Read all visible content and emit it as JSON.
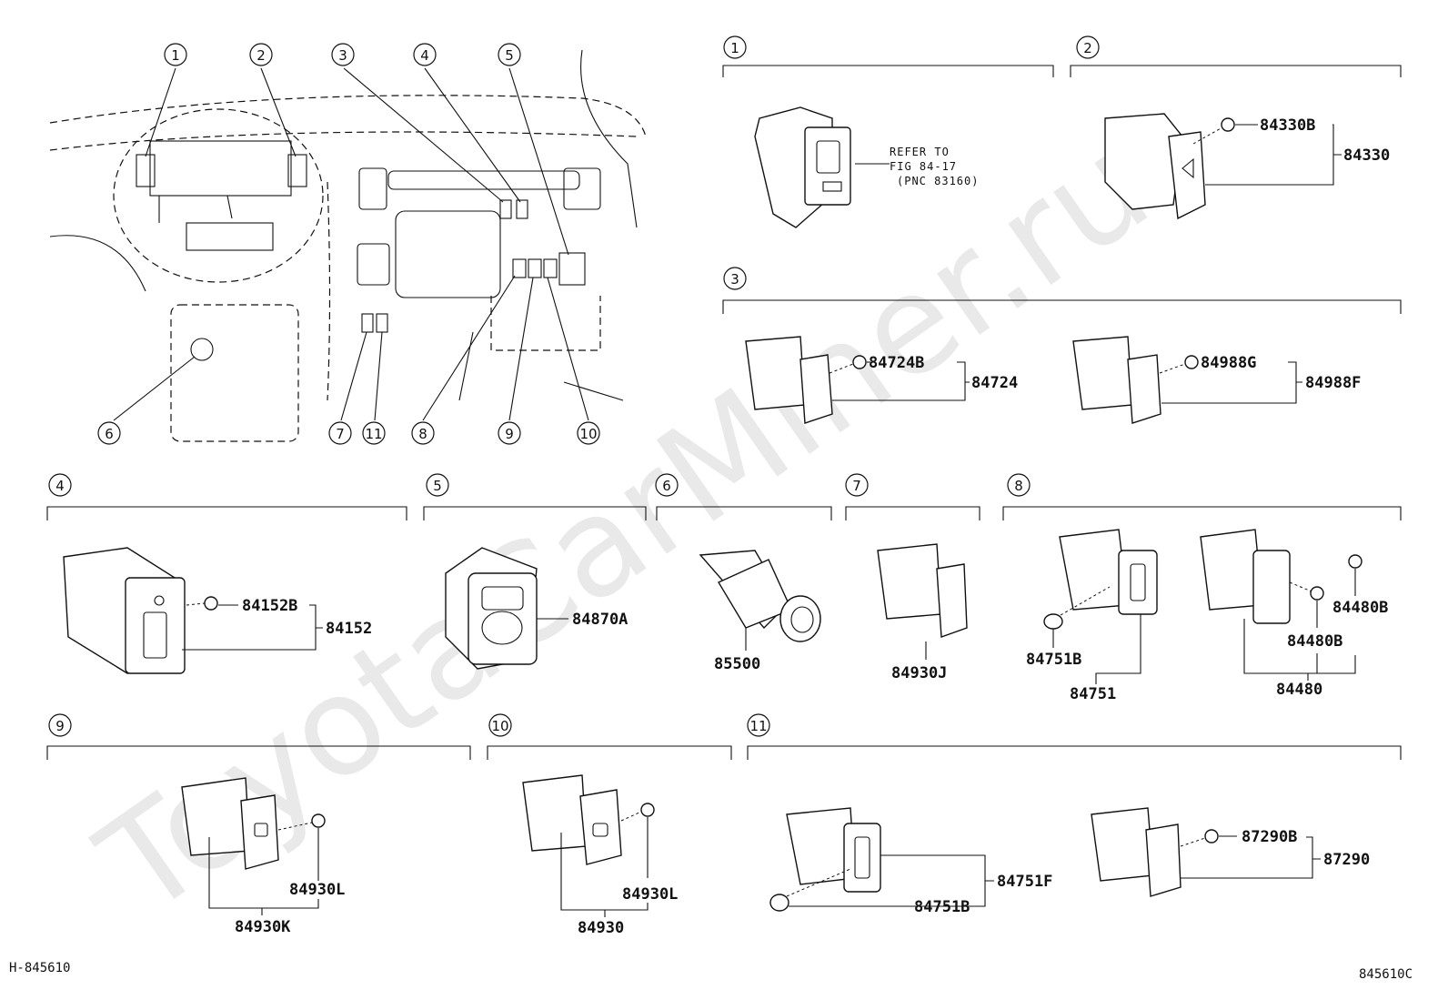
{
  "watermark": "ToyotaCarMiner.ru",
  "footer": {
    "left_code": "H-845610",
    "right_code": "845610C"
  },
  "overview_callouts": [
    "1",
    "2",
    "3",
    "4",
    "5",
    "6",
    "7",
    "11",
    "8",
    "9",
    "10"
  ],
  "groups": [
    {
      "num": "1",
      "ref_lines": [
        "REFER TO",
        "FIG 84-17",
        "(PNC 83160)"
      ]
    },
    {
      "num": "2",
      "parts": [
        "84330B",
        "84330"
      ]
    },
    {
      "num": "3",
      "parts": [
        "84724B",
        "84724",
        "84988G",
        "84988F"
      ]
    },
    {
      "num": "4",
      "parts": [
        "84152B",
        "84152"
      ]
    },
    {
      "num": "5",
      "parts": [
        "84870A"
      ]
    },
    {
      "num": "6",
      "parts": [
        "85500"
      ]
    },
    {
      "num": "7",
      "parts": [
        "84930J"
      ]
    },
    {
      "num": "8",
      "parts": [
        "84751B",
        "84751",
        "84480B",
        "84480B",
        "84480"
      ]
    },
    {
      "num": "9",
      "parts": [
        "84930L",
        "84930K"
      ]
    },
    {
      "num": "10",
      "parts": [
        "84930L",
        "84930"
      ]
    },
    {
      "num": "11",
      "parts": [
        "84751F",
        "84751B",
        "87290B",
        "87290"
      ]
    }
  ]
}
